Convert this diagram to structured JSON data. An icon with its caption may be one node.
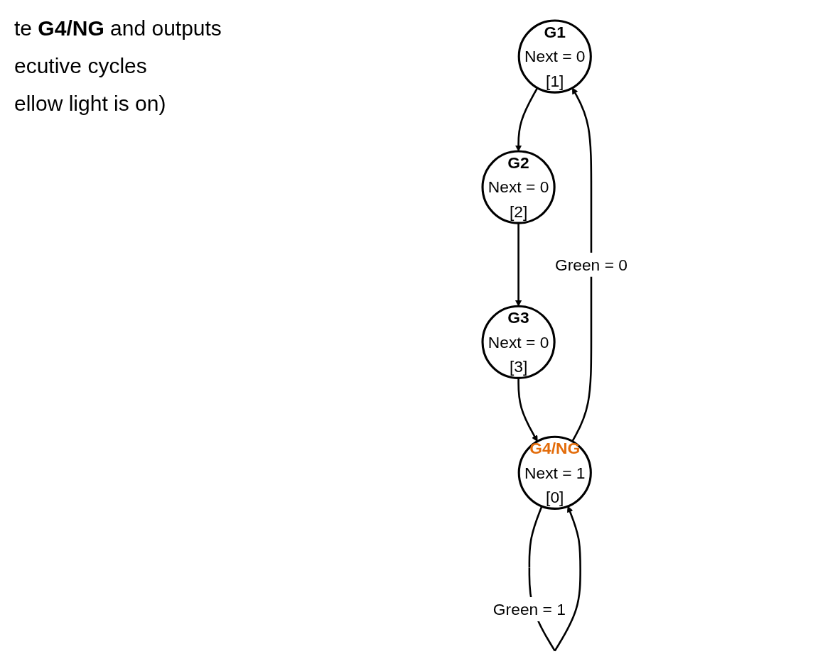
{
  "diagram": {
    "nodes": [
      {
        "text": [
          "G1",
          "Next = 0",
          "[1]"
        ]
      },
      {
        "text": [
          "G4/NG",
          "Next = 1",
          "[0]"
        ]
      },
      {
        "text": [
          "G2",
          "Next = 0",
          "[2]"
        ]
      },
      {
        "text": [
          "G3",
          "Next = 0",
          "[3]"
        ]
      }
    ],
    "edges": [
      {
        "from": 1,
        "to": 0,
        "arrow": "to",
        "label": "Green = 0"
      },
      {
        "from": 0,
        "to": 2,
        "arrow": "to"
      },
      {
        "from": 2,
        "to": 3,
        "arrow": "to"
      },
      {
        "from": 3,
        "to": 1,
        "arrow": "to"
      },
      {
        "from": 1,
        "to": 1,
        "arrow": "to",
        "label": "Green = 1"
      }
    ],
    "labels": [
      "te **G4/NG** and outputs",
      "ecutive cycles",
      "ellow light is on)"
    ]
  }
}
